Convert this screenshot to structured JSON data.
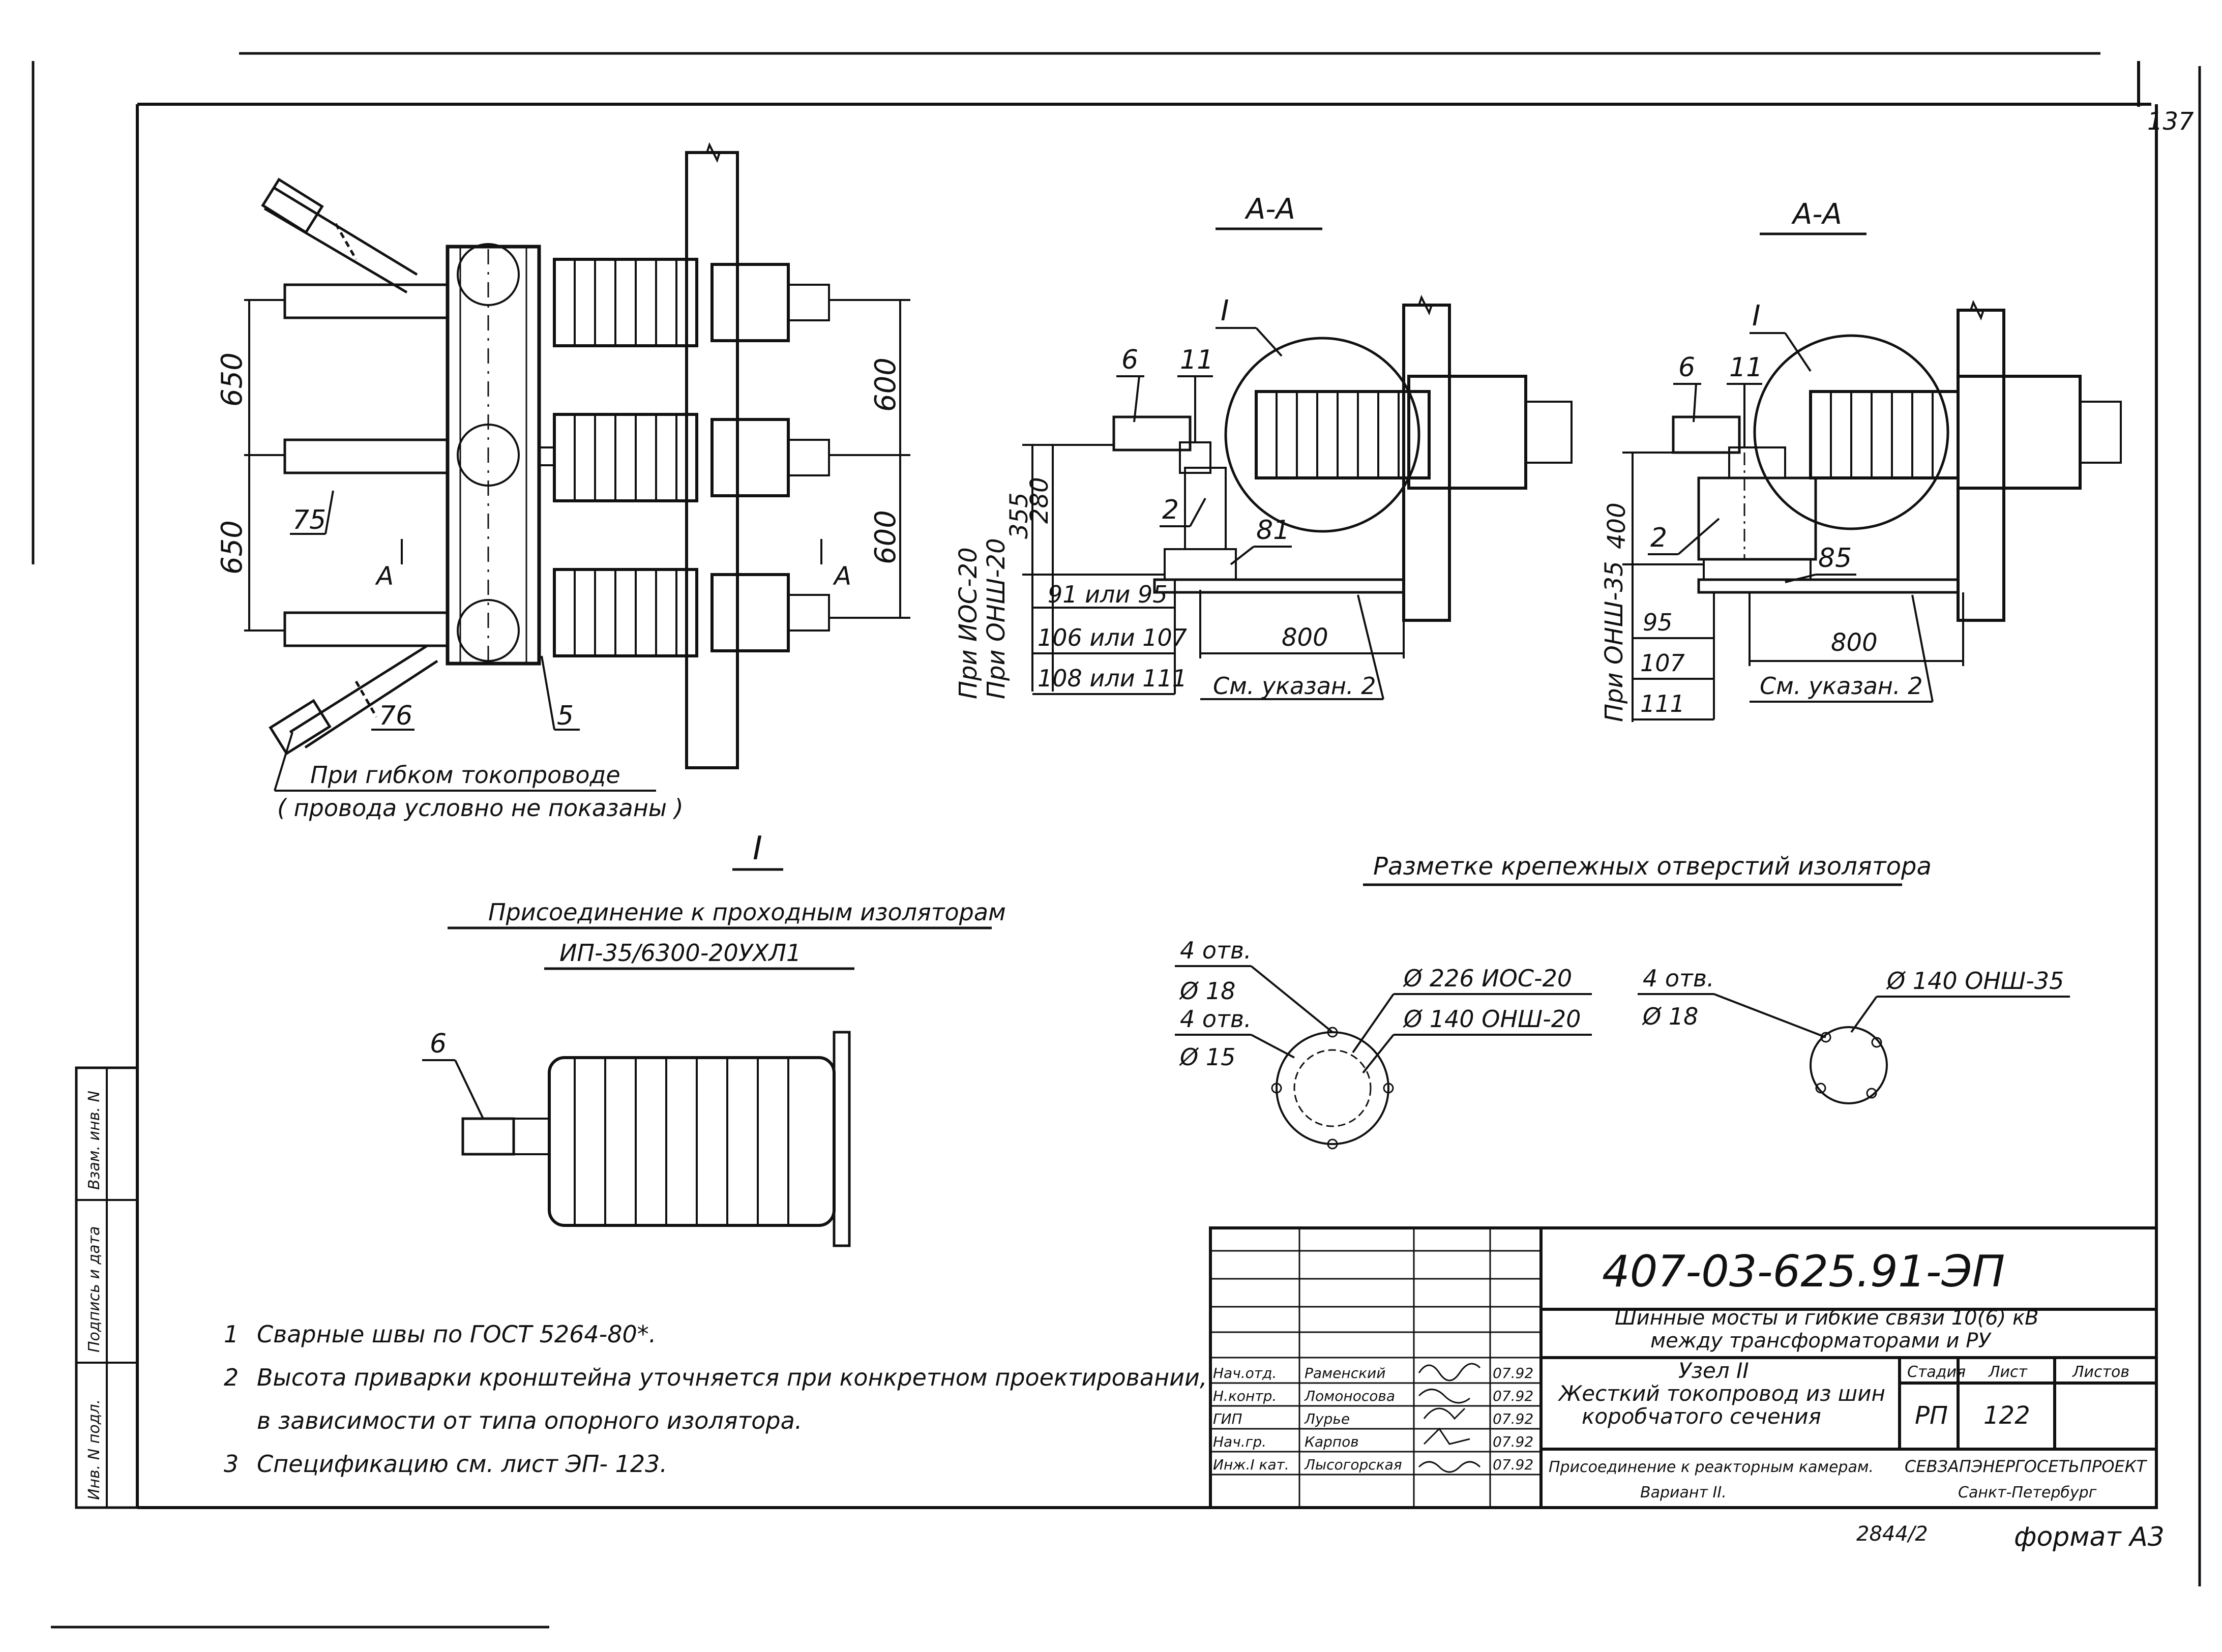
{
  "sheet": {
    "page_number": "137",
    "format_label": "формат А3",
    "copy_number": "2844/2"
  },
  "plan_view": {
    "dim_650_top": "650",
    "dim_650_bottom": "650",
    "dim_600_top": "600",
    "dim_600_bottom": "600",
    "section_mark_left": "А",
    "section_mark_right": "А",
    "callout_75": "75",
    "callout_76": "76",
    "callout_5": "5",
    "note_line1": "При гибком токопроводе",
    "note_line2": "( провода условно не показаны )"
  },
  "section_aa_1": {
    "title": "А-А",
    "callout_I": "I",
    "callout_6": "6",
    "callout_11": "11",
    "callout_2": "2",
    "callout_81": "81",
    "dim_355": "355",
    "dim_280": "280",
    "label_ios20": "При ИОС-20",
    "label_onsh20": "При ОНШ-20",
    "table_row1": "91 или 95",
    "table_row2": "106 или 107",
    "table_row3": "108 или 111",
    "dim_800": "800",
    "see_note": "См. указан. 2"
  },
  "section_aa_2": {
    "title": "А-А",
    "callout_I": "I",
    "callout_6": "6",
    "callout_11": "11",
    "callout_2": "2",
    "callout_85": "85",
    "dim_400": "400",
    "label_onsh35": "При ОНШ-35",
    "table_row1": "95",
    "table_row2": "107",
    "table_row3": "111",
    "dim_800": "800",
    "see_note": "См. указан. 2"
  },
  "detail_I": {
    "mark": "I",
    "title_line1": "Присоединение к проходным изоляторам",
    "title_line2": "ИП-35/6300-20УХЛ1",
    "callout_6": "6"
  },
  "hole_marking": {
    "title": "Разметке крепежных отверстий изолятора",
    "left_holes1": "4 отв.",
    "left_dia1": "Ø 18",
    "left_holes2": "4 отв.",
    "left_dia2": "Ø 15",
    "bolt_circle1": "Ø 226  ИОС-20",
    "bolt_circle2": "Ø 140  ОНШ-20",
    "right_holes": "4 отв.",
    "right_dia": "Ø 18",
    "right_bolt_circle": "Ø 140 ОНШ-35"
  },
  "notes": [
    {
      "num": "1",
      "text": "Сварные швы по ГОСТ 5264-80*."
    },
    {
      "num": "2",
      "text": "Высота приварки кронштейна уточняется при конкретном проектировании,"
    },
    {
      "num": "",
      "text": "в зависимости от типа опорного изолятора."
    },
    {
      "num": "3",
      "text": "Спецификацию см. лист ЭП- 123."
    }
  ],
  "side_stamp": {
    "cell1": "Взам. инв. N",
    "cell2": "Подпись и дата",
    "cell3": "Инв. N подл."
  },
  "title_block": {
    "doc_code": "407-03-625.91-ЭП",
    "project_line1": "Шинные мосты и гибкие связи 10(6) кВ",
    "project_line2": "между трансформаторами и РУ",
    "node_title1": "Узел II",
    "node_title2": "Жесткий токопровод из шин",
    "node_title3": "коробчатого сечения",
    "sub_title1": "Присоединение к реакторным камерам.",
    "sub_title2": "Вариант II.",
    "stage_hdr": "Стадия",
    "sheet_hdr": "Лист",
    "sheets_hdr": "Листов",
    "stage_val": "РП",
    "sheet_val": "122",
    "org1": "СЕВЗАПЭНЕРГОСЕТЬПРОЕКТ",
    "org2": "Санкт-Петербург",
    "signers": [
      {
        "role": "Нач.отд.",
        "name": "Раменский",
        "date": "07.92"
      },
      {
        "role": "Н.контр.",
        "name": "Ломоносова",
        "date": "07.92"
      },
      {
        "role": "ГИП",
        "name": "Лурье",
        "date": "07.92"
      },
      {
        "role": "Нач.гр.",
        "name": "Карпов",
        "date": "07.92"
      },
      {
        "role": "Инж.I кат.",
        "name": "Лысогорская",
        "date": "07.92"
      }
    ]
  }
}
